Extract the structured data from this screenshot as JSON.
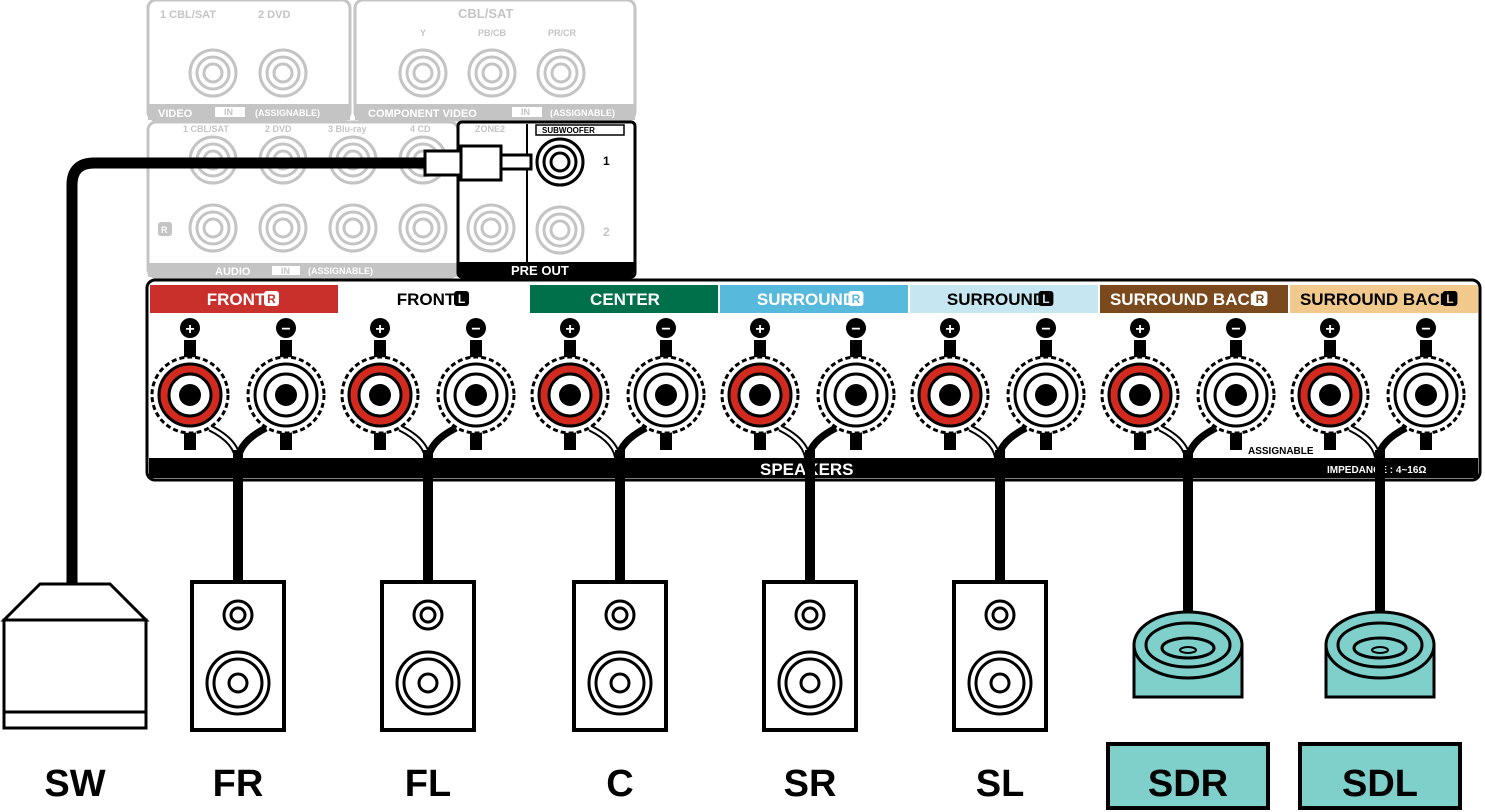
{
  "panel": {
    "video": {
      "col_labels": [
        "1 CBL/SAT",
        "2 DVD"
      ],
      "group_label": "VIDEO",
      "in_badge": "IN",
      "assignable": "(ASSIGNABLE)"
    },
    "component": {
      "title": "CBL/SAT",
      "col_labels": [
        "Y",
        "PB/CB",
        "PR/CR"
      ],
      "group_label": "COMPONENT VIDEO",
      "in_badge": "IN",
      "assignable": "(ASSIGNABLE)"
    },
    "audio": {
      "col_labels": [
        "1 CBL/SAT",
        "2 DVD",
        "3 Blu-ray",
        "4 CD"
      ],
      "r_label": "R",
      "group_label": "AUDIO",
      "in_badge": "IN",
      "assignable": "(ASSIGNABLE)"
    },
    "zone2_label": "ZONE2",
    "subwoofer": {
      "label": "SUBWOOFER",
      "port1": "1",
      "port2": "2",
      "pre_out": "PRE OUT"
    }
  },
  "speaker_terminals": {
    "channels": [
      {
        "label": "FRONT",
        "side": "R",
        "color": "#c9302c",
        "text_color": "#ffffff"
      },
      {
        "label": "FRONT",
        "side": "L",
        "color": "#ffffff",
        "text_color": "#000000"
      },
      {
        "label": "CENTER",
        "side": "",
        "color": "#00704a",
        "text_color": "#ffffff"
      },
      {
        "label": "SURROUND",
        "side": "R",
        "color": "#57b9dc",
        "text_color": "#ffffff"
      },
      {
        "label": "SURROUND",
        "side": "L",
        "color": "#c6e6f2",
        "text_color": "#000000"
      },
      {
        "label": "SURROUND BACK",
        "side": "R",
        "color": "#7a4a1e",
        "text_color": "#ffffff"
      },
      {
        "label": "SURROUND BACK",
        "side": "L",
        "color": "#f2c98d",
        "text_color": "#000000"
      }
    ],
    "plus_symbol": "+",
    "minus_symbol": "−",
    "speakers_label": "SPEAKERS",
    "assignable_label": "ASSIGNABLE",
    "impedance_label": "IMPEDANCE : 4~16Ω"
  },
  "speakers": {
    "labels": [
      "SW",
      "FR",
      "FL",
      "C",
      "SR",
      "SL",
      "SDR",
      "SDL"
    ],
    "highlight_color": "#7fcfcb"
  }
}
